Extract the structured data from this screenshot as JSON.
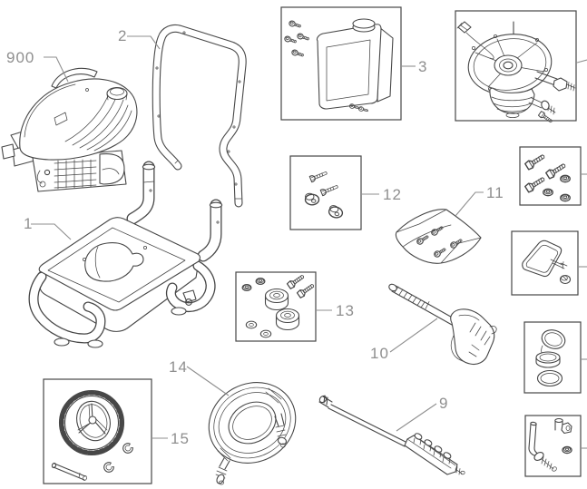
{
  "diagram": {
    "background_color": "#ffffff",
    "line_color": "#474747",
    "label_color": "#8f8f8f"
  },
  "callouts": {
    "engine": "900",
    "cart_frame": "1",
    "handle": "2",
    "panel_assembly": "3",
    "spray_wand": "9",
    "spray_gun": "10",
    "fastener_bag": "11",
    "handle_hardware_kit": "12",
    "mount_hardware_kit": "13",
    "high_pressure_hose": "14",
    "wheel_kit": "15"
  }
}
